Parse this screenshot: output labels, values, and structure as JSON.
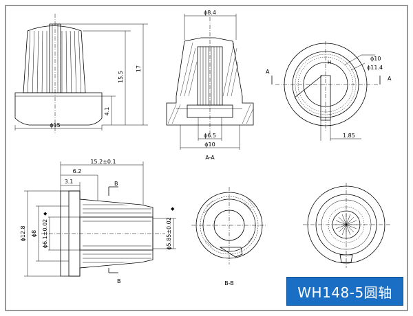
{
  "product_label": "WH148-5圆轴",
  "views": {
    "top_left": {
      "dims": {
        "diameter": "ϕ15",
        "height_a": "15.5",
        "height_b": "17",
        "step": "4.1"
      }
    },
    "top_center": {
      "dims": {
        "top_diameter": "ϕ8.4",
        "shaft_diameter": "ϕ6.5",
        "base_diameter": "ϕ10"
      },
      "section_label": "A-A"
    },
    "top_right": {
      "dims": {
        "inner_diameter": "ϕ10",
        "outer_diameter": "ϕ11.4",
        "flat": "1.85"
      },
      "cut_left": "A",
      "cut_right": "A"
    },
    "bottom_left": {
      "dims": {
        "length": "15.2±0.1",
        "len_b": "6.2",
        "len_c": "3.1",
        "od": "ϕ12.8",
        "bore": "ϕ8",
        "shaft": "ϕ6.1±0.02",
        "tip": "ϕ5.85±0.02"
      },
      "cut_top": "B",
      "cut_bottom": "B"
    },
    "bottom_center": {
      "section_label": "B-B"
    }
  }
}
